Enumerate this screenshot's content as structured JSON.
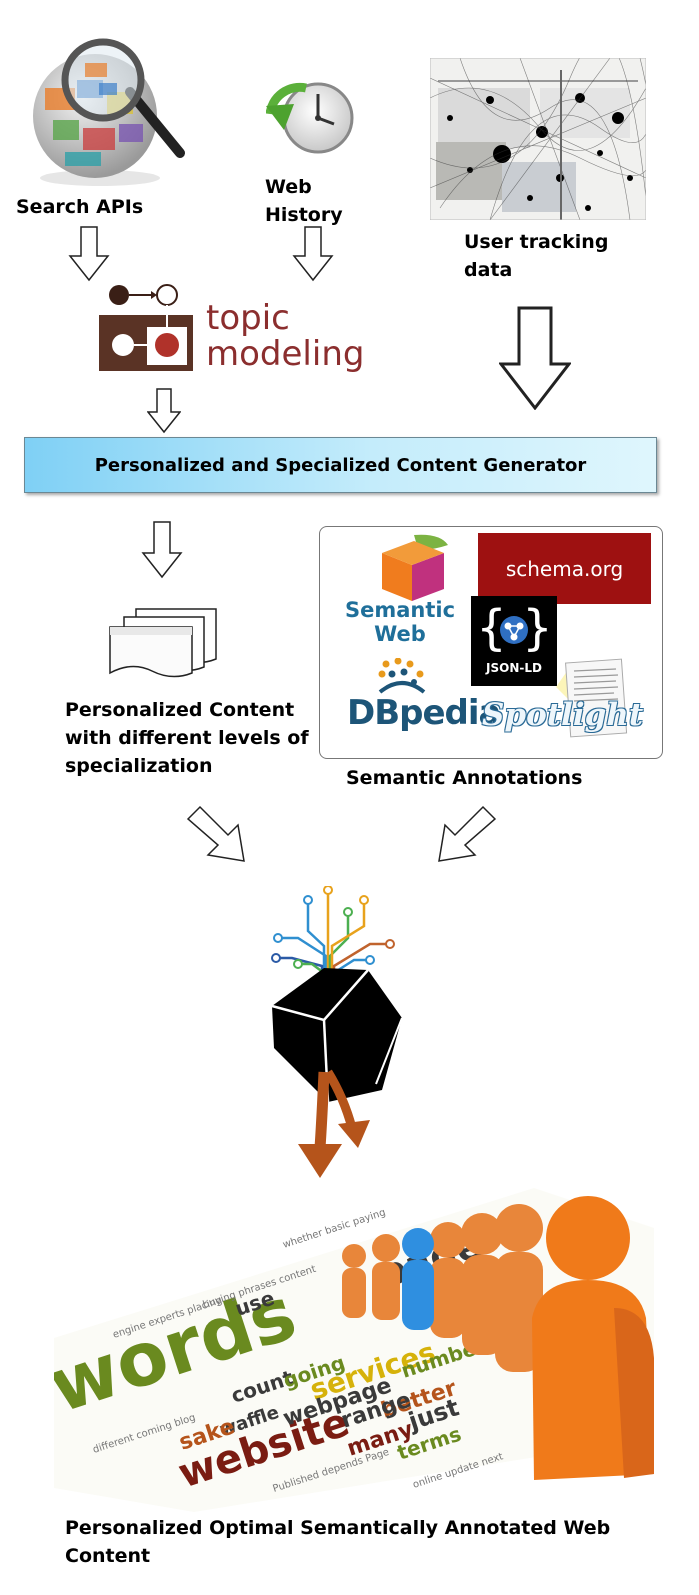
{
  "sources": {
    "search_apis": "Search APIs",
    "web_history_line1": "Web",
    "web_history_line2": "History",
    "user_tracking_line1": "User tracking",
    "user_tracking_line2": "data"
  },
  "topic_modeling": {
    "line1": "topic",
    "line2": "modeling"
  },
  "generator": {
    "label": "Personalized and Specialized Content Generator"
  },
  "personalized_content": {
    "line1": "Personalized Content",
    "line2": "with different levels of",
    "line3": "specialization"
  },
  "semantic": {
    "schema_label": "schema.org",
    "semantic_web_line1": "Semantic",
    "semantic_web_line2": "Web",
    "jsonld_label": "JSON-LD",
    "dbpedia_label": "DBpedia",
    "spotlight_label": "Spotlight",
    "caption": "Semantic Annotations"
  },
  "word_cloud": {
    "words": [
      "words",
      "website",
      "services",
      "page",
      "count",
      "going",
      "webpage",
      "waffle",
      "better",
      "just",
      "sake",
      "many",
      "range",
      "terms",
      "number",
      "use",
      "words"
    ]
  },
  "output": {
    "label": "Personalized Optimal Semantically Annotated Web Content"
  },
  "colors": {
    "generator_gradient_start": "#7fd0f5",
    "schema_bg": "#9e1111",
    "topic_text": "#8b2e2e",
    "figure_orange": "#f07a1a",
    "figure_blue": "#2f8fe0",
    "output_arrow": "#b5541b"
  }
}
